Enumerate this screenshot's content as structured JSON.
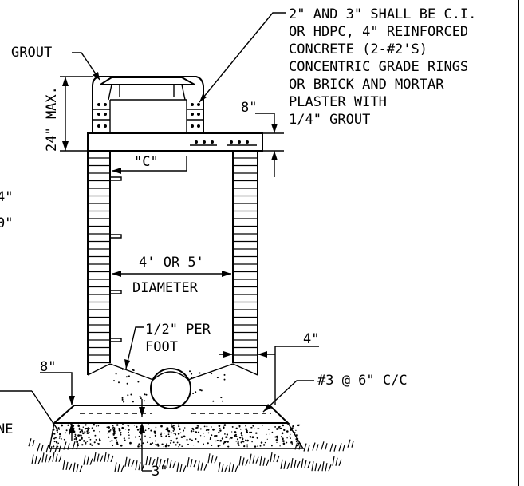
{
  "labels": {
    "grout": "GROUT",
    "height_max": "24\" MAX.",
    "note_line1": "2\" AND 3\" SHALL BE C.I.",
    "note_line2": "OR HDPC, 4\" REINFORCED",
    "note_line3": "CONCRETE (2-#2'S)",
    "note_line4": "CONCENTRIC GRADE RINGS",
    "note_line5": "OR BRICK AND MORTAR",
    "note_line6": "PLASTER WITH",
    "note_line7": "1/4\" GROUT",
    "slab_thickness": "8\"",
    "dim_c": "\"C\"",
    "diameter_size": "4' OR 5'",
    "diameter": "DIAMETER",
    "slope_line1": "1/2\" PER",
    "slope_line2": "FOOT",
    "wall_thickness": "4\"",
    "left_cut_1": "4\"",
    "left_cut_2": "0\"",
    "base_thickness": "8\"",
    "rebar": "#3 @ 6\" C/C",
    "left_cut_ne": "NE",
    "bedding": "3\""
  }
}
